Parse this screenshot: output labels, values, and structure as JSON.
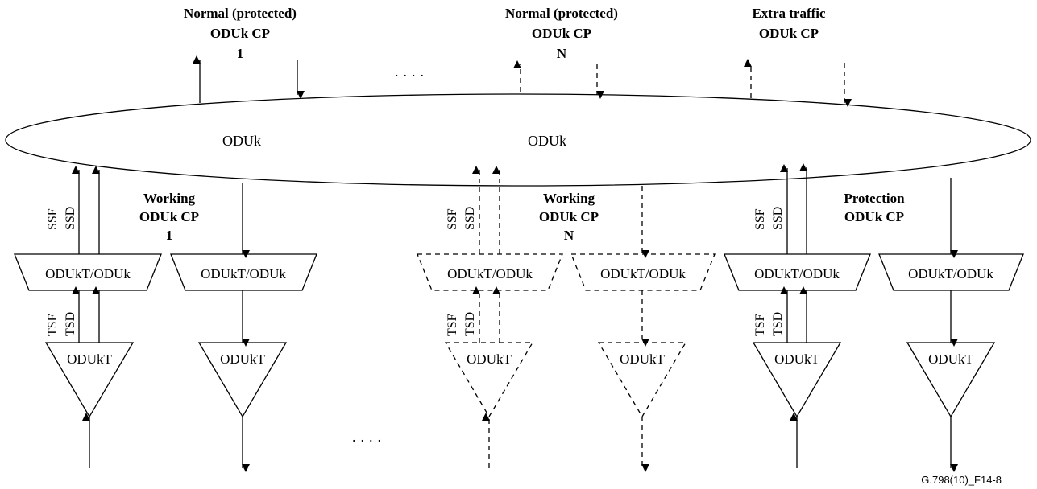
{
  "top_labels": {
    "normal_1": [
      "Normal (protected)",
      "ODUk CP",
      "1"
    ],
    "normal_n": [
      "Normal (protected)",
      "ODUk CP",
      "N"
    ],
    "extra": [
      "Extra traffic",
      "ODUk CP"
    ]
  },
  "ellipsis": "· · · ·",
  "ellipse_labels": [
    "ODUk",
    "ODUk"
  ],
  "working_1": [
    "Working",
    "ODUk CP",
    "1"
  ],
  "working_n": [
    "Working",
    "ODUk CP",
    "N"
  ],
  "protection": [
    "Protection",
    "ODUk CP"
  ],
  "signals": {
    "ssf": "SSF",
    "ssd": "SSD",
    "tsf": "TSF",
    "tsd": "TSD"
  },
  "adapter_label": "ODUkT/ODUk",
  "termination_label": "ODUkT",
  "figure_id": "G.798(10)_F14-8"
}
